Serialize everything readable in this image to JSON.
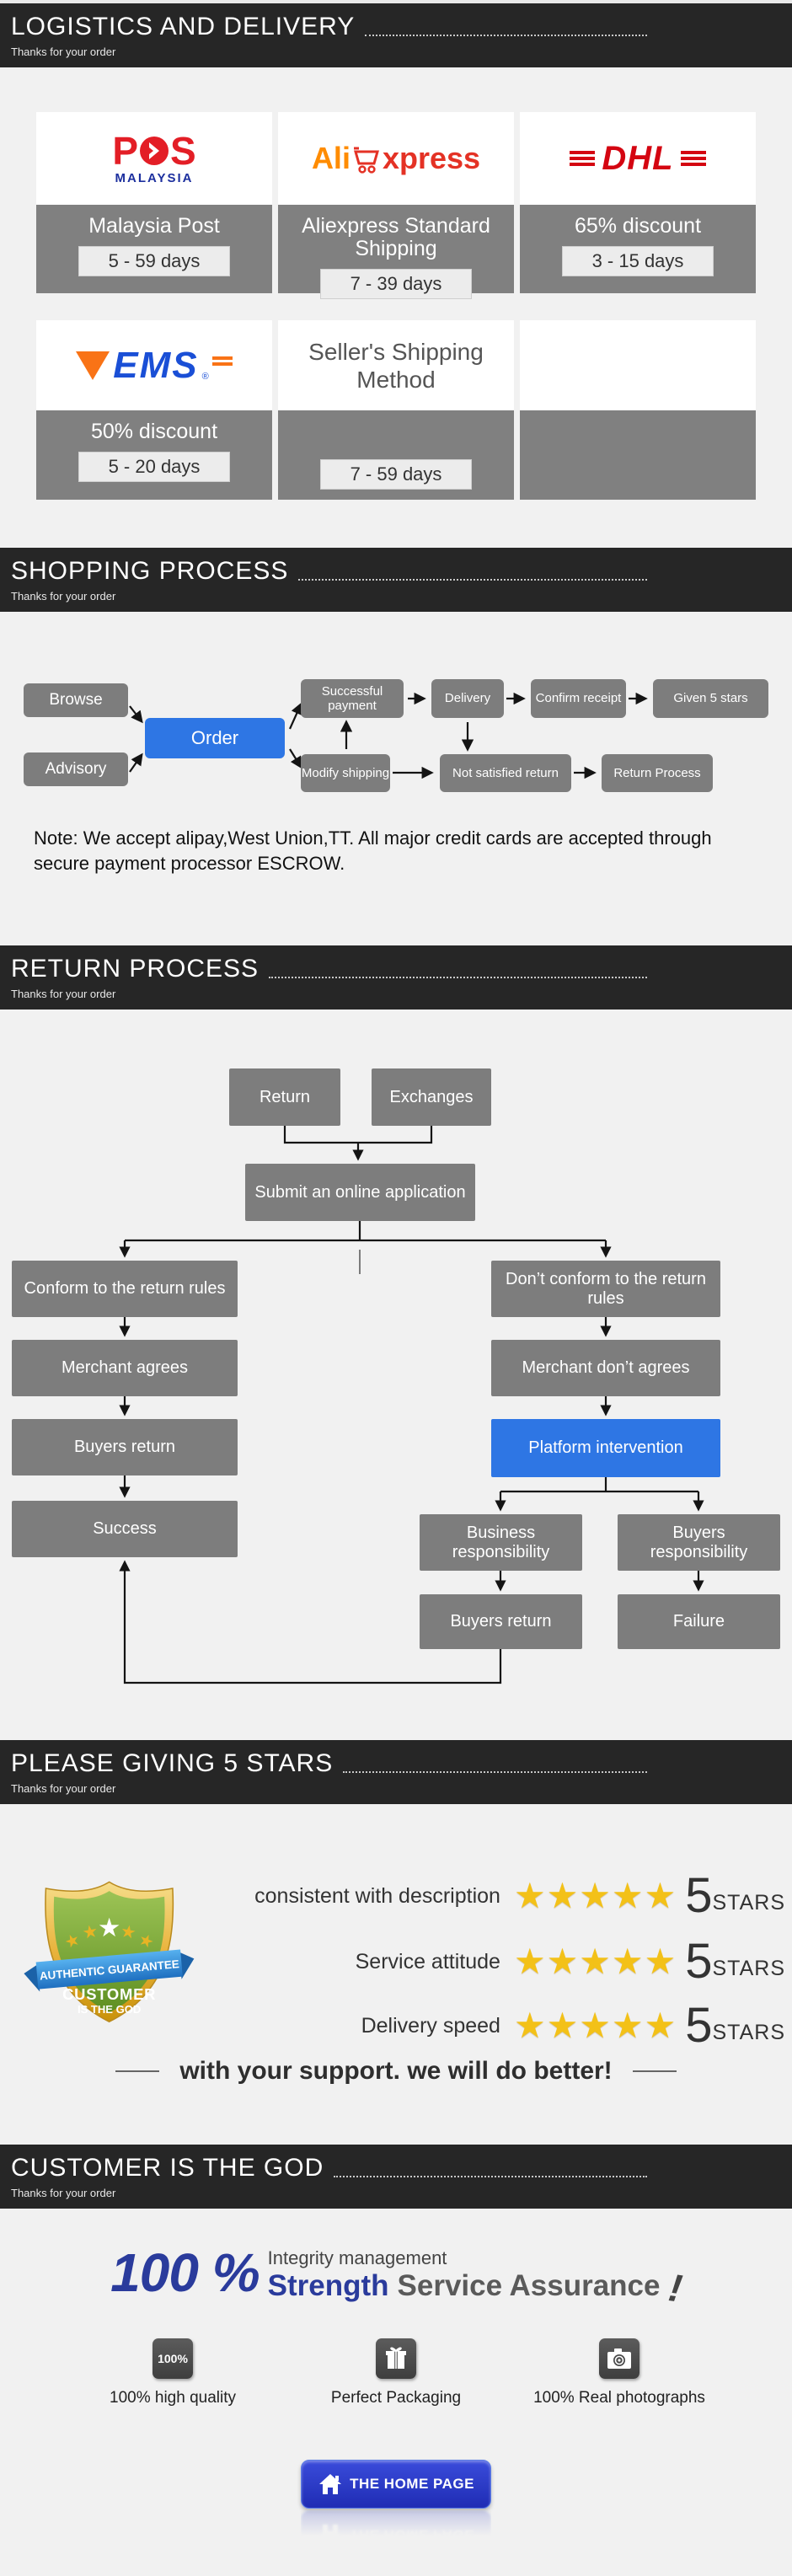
{
  "colors": {
    "page_bg": "#f1f1f1",
    "header_bg": "#262626",
    "box_gray": "#808080",
    "accent_blue": "#2e76e4",
    "navy": "#2a3b9c",
    "star_gold": "#f3c118"
  },
  "headers": {
    "logistics": {
      "title": "LOGISTICS AND DELIVERY",
      "subtitle": "Thanks for your order"
    },
    "shopping": {
      "title": "SHOPPING PROCESS",
      "subtitle": "Thanks for your order"
    },
    "returns": {
      "title": "RETURN PROCESS",
      "subtitle": "Thanks for your order"
    },
    "stars": {
      "title": "PLEASE GIVING 5 STARS",
      "subtitle": "Thanks for your order"
    },
    "customer": {
      "title": "CUSTOMER IS THE GOD",
      "subtitle": "Thanks for your order"
    }
  },
  "logistics": {
    "logos": {
      "pos_p": "P",
      "pos_s": "S",
      "pos_sub": "MALAYSIA",
      "ali_prefix": "Ali",
      "ali_suffix": "xpress",
      "dhl": "DHL",
      "ems": "EMS",
      "ems_reg": "®",
      "seller_line": "Seller's Shipping Method"
    },
    "cells": [
      {
        "name": "Malaysia Post",
        "days": "5 - 59 days"
      },
      {
        "name": "Aliexpress Standard Shipping",
        "days": "7 - 39 days"
      },
      {
        "name": "65% discount",
        "days": "3 - 15 days"
      },
      {
        "name": "50% discount",
        "days": "5 - 20 days"
      },
      {
        "name": "",
        "days": "7 - 59 days"
      },
      {
        "name": "",
        "days": ""
      }
    ]
  },
  "shopping": {
    "nodes": {
      "browse": "Browse",
      "advisory": "Advisory",
      "order": "Order",
      "payment": "Successful payment",
      "delivery": "Delivery",
      "confirm": "Confirm receipt",
      "given": "Given 5 stars",
      "modify": "Modify shipping",
      "not_satisfied": "Not satisfied return",
      "return_process": "Return Process"
    },
    "note": "Note: We accept alipay,West Union,TT. All major credit cards are accepted through secure payment processor ESCROW."
  },
  "returns": {
    "nodes": {
      "ret": "Return",
      "exchanges": "Exchanges",
      "submit": "Submit an online application",
      "conform": "Conform to the return rules",
      "not_conform": "Don’t conform to the return rules",
      "merchant_agrees": "Merchant agrees",
      "merchant_disagrees": "Merchant don’t agrees",
      "buyers_return": "Buyers return",
      "platform": "Platform intervention",
      "success": "Success",
      "business_resp": "Business responsibility",
      "buyers_resp": "Buyers responsibility",
      "buyers_return2": "Buyers return",
      "failure": "Failure"
    }
  },
  "stars": {
    "badge": {
      "ribbon": "AUTHENTIC GUARANTEE",
      "line1": "CUSTOMER",
      "line2": "IS THE GOD"
    },
    "rows": [
      {
        "label": "consistent with description",
        "count": 5,
        "score": "5",
        "unit": "STARS"
      },
      {
        "label": "Service attitude",
        "count": 5,
        "score": "5",
        "unit": "STARS"
      },
      {
        "label": "Delivery speed",
        "count": 5,
        "score": "5",
        "unit": "STARS"
      }
    ],
    "support": "with your support. we will do better!"
  },
  "customer": {
    "percent": "100 %",
    "integrity": "Integrity management",
    "strength": "Strength",
    "assurance": "Service Assurance",
    "exclaim": "!",
    "features": [
      {
        "icon": "100-percent-badge",
        "icon_text": "100%",
        "label": "100% high quality"
      },
      {
        "icon": "gift-box",
        "label": "Perfect Packaging"
      },
      {
        "icon": "camera",
        "label": "100% Real photographs"
      }
    ],
    "home_button": "THE HOME PAGE"
  }
}
